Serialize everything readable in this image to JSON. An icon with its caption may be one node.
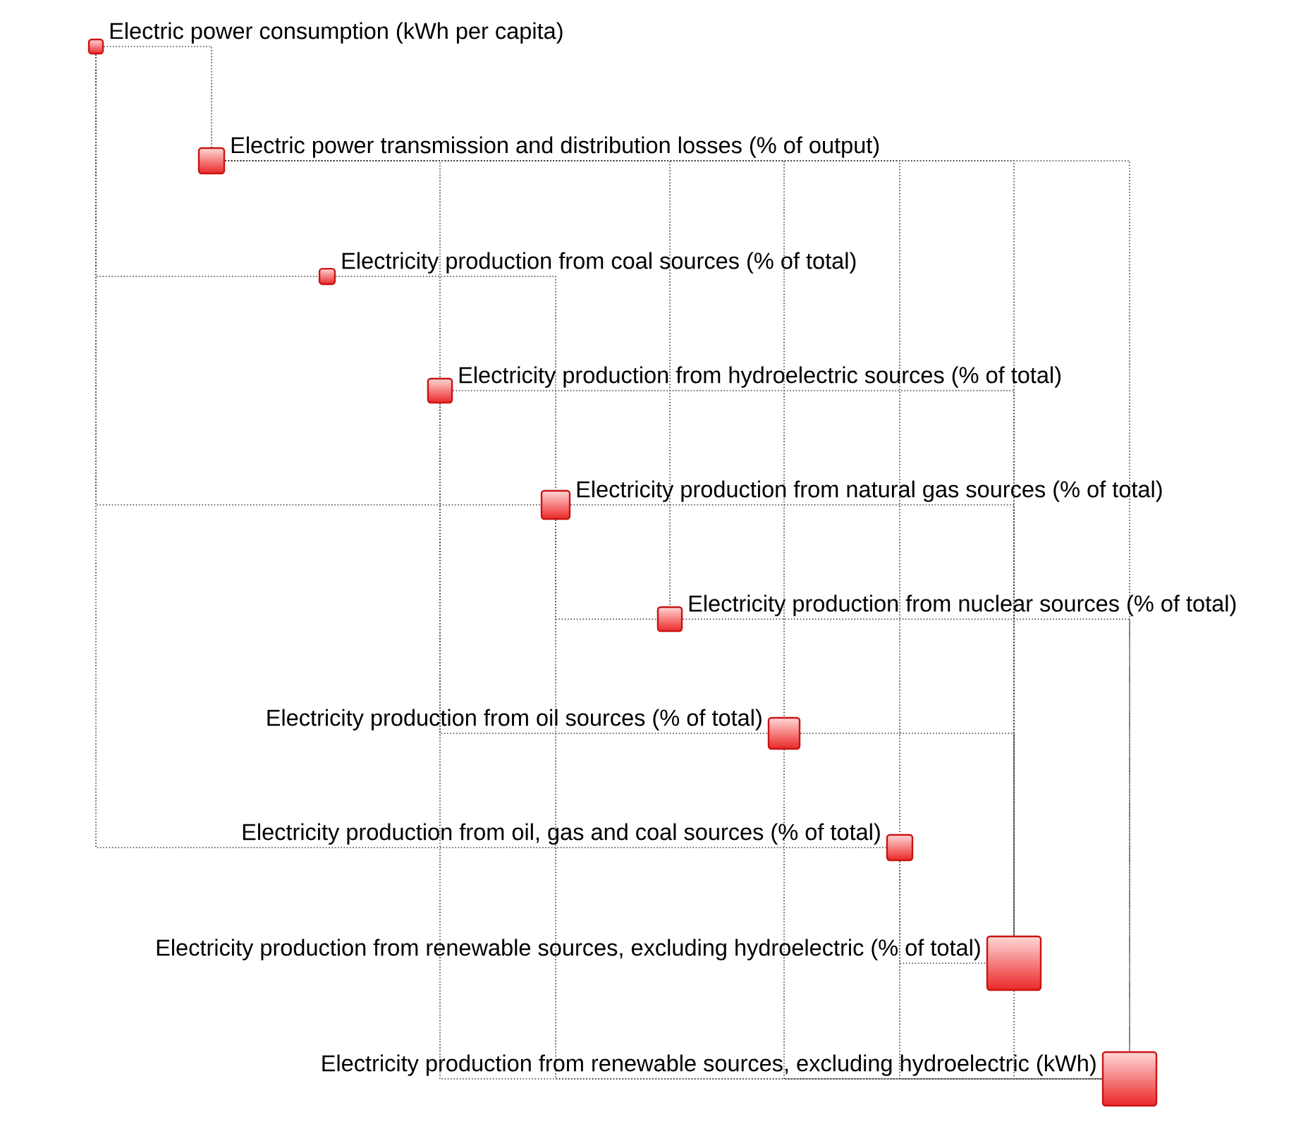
{
  "diagram": {
    "nodes": [
      {
        "text": [
          "Electric power consumption (kWh per capita)"
        ]
      },
      {
        "text": [
          "Electric power transmission and distribution losses (% of output)"
        ]
      },
      {
        "text": [
          "Electricity production from coal sources (% of total)"
        ]
      },
      {
        "text": [
          "Electricity production from hydroelectric sources (% of total)"
        ]
      },
      {
        "text": [
          "Electricity production from natural gas sources (% of total)"
        ]
      },
      {
        "text": [
          "Electricity production from nuclear sources (% of total)"
        ]
      },
      {
        "text": [
          "Electricity production from oil sources (% of total)"
        ]
      },
      {
        "text": [
          "Electricity production from oil, gas and coal sources (% of total)"
        ]
      },
      {
        "text": [
          "Electricity production from renewable sources, excluding hydroelectric (% of total)"
        ]
      },
      {
        "text": [
          "Electricity production from renewable sources, excluding hydroelectric (kWh)"
        ]
      }
    ],
    "edges": [
      {
        "from": 0,
        "to": 1,
        "arrow": "none"
      },
      {
        "from": 0,
        "to": 2,
        "arrow": "none"
      },
      {
        "from": 0,
        "to": 4,
        "arrow": "none"
      },
      {
        "from": 0,
        "to": 7,
        "arrow": "none"
      },
      {
        "from": 1,
        "to": 3,
        "arrow": "none"
      },
      {
        "from": 1,
        "to": 5,
        "arrow": "none"
      },
      {
        "from": 1,
        "to": 6,
        "arrow": "none"
      },
      {
        "from": 1,
        "to": 7,
        "arrow": "none"
      },
      {
        "from": 1,
        "to": 8,
        "arrow": "none"
      },
      {
        "from": 1,
        "to": 9,
        "arrow": "none"
      },
      {
        "from": 2,
        "to": 4,
        "arrow": "none"
      },
      {
        "from": 3,
        "to": 6,
        "arrow": "none"
      },
      {
        "from": 3,
        "to": 8,
        "arrow": "none"
      },
      {
        "from": 3,
        "to": 9,
        "arrow": "none"
      },
      {
        "from": 4,
        "to": 5,
        "arrow": "none"
      },
      {
        "from": 4,
        "to": 8,
        "arrow": "none"
      },
      {
        "from": 4,
        "to": 9,
        "arrow": "none"
      },
      {
        "from": 5,
        "to": 9,
        "arrow": "none"
      },
      {
        "from": 6,
        "to": 8,
        "arrow": "none"
      },
      {
        "from": 6,
        "to": 9,
        "arrow": "none"
      },
      {
        "from": 7,
        "to": 8,
        "arrow": "none"
      },
      {
        "from": 7,
        "to": 9,
        "arrow": "none"
      },
      {
        "from": 8,
        "to": 9,
        "arrow": "none"
      }
    ]
  }
}
